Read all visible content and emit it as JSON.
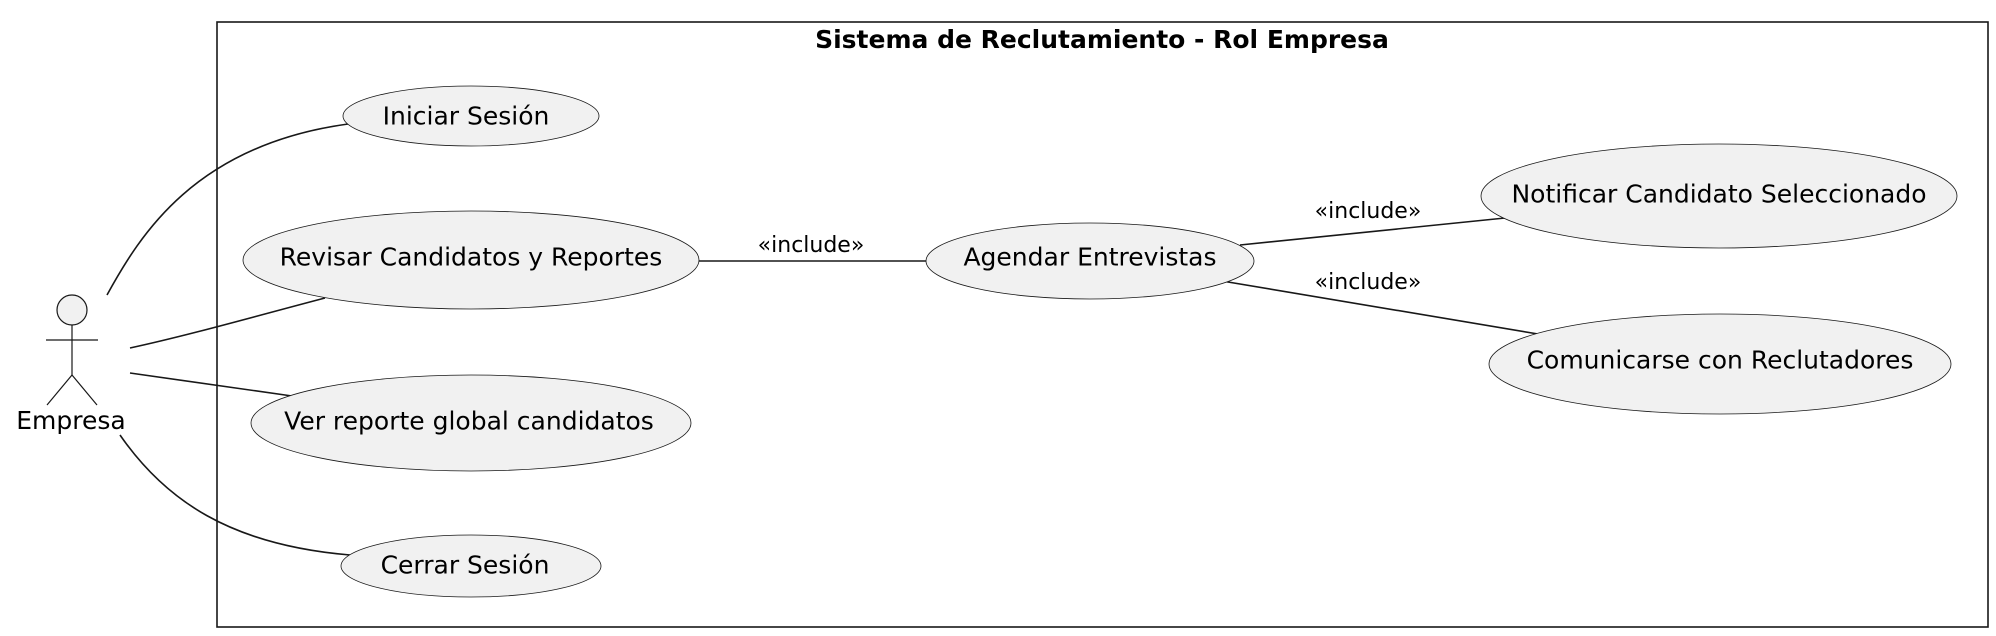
{
  "system": {
    "title": "Sistema de Reclutamiento - Rol Empresa"
  },
  "actor": {
    "label": "Empresa"
  },
  "use_cases": {
    "iniciar_sesion": "Iniciar Sesión",
    "revisar_candidatos": "Revisar Candidatos y Reportes",
    "ver_reporte_global": "Ver reporte global candidatos",
    "cerrar_sesion": "Cerrar Sesión",
    "agendar_entrevistas": "Agendar Entrevistas",
    "notificar_candidato": "Notificar Candidato Seleccionado",
    "comunicarse_reclutadores": "Comunicarse con Reclutadores"
  },
  "relations": {
    "include_agendar": "«include»",
    "include_notificar": "«include»",
    "include_comunicarse": "«include»"
  },
  "colors": {
    "use_case_fill": "#f1f1f1",
    "line": "#181818",
    "background": "#ffffff"
  }
}
